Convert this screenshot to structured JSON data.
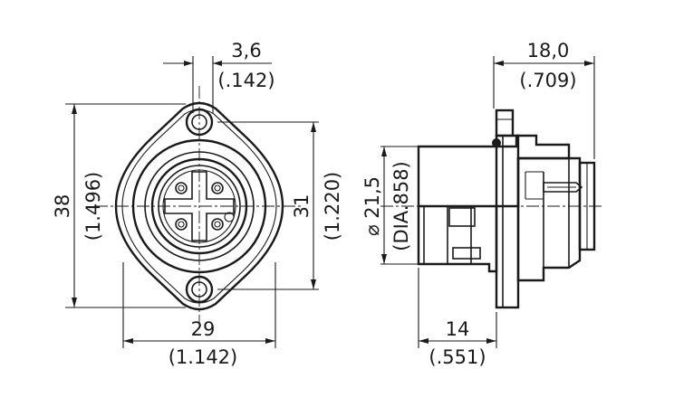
{
  "dimensions": {
    "pin_offset": {
      "metric": "3,6",
      "imperial": "(.142)"
    },
    "height_overall": {
      "metric": "38",
      "imperial": "(1.496)"
    },
    "flange_height": {
      "metric": "31",
      "imperial": "(1.220)"
    },
    "width": {
      "metric": "29",
      "imperial": "(1.142)"
    },
    "diameter": {
      "metric": "⌀ 21,5",
      "imperial": "(DIA.858)"
    },
    "depth_overall": {
      "metric": "18,0",
      "imperial": "(.709)"
    },
    "depth_body": {
      "metric": "14",
      "imperial": "(.551)"
    }
  }
}
